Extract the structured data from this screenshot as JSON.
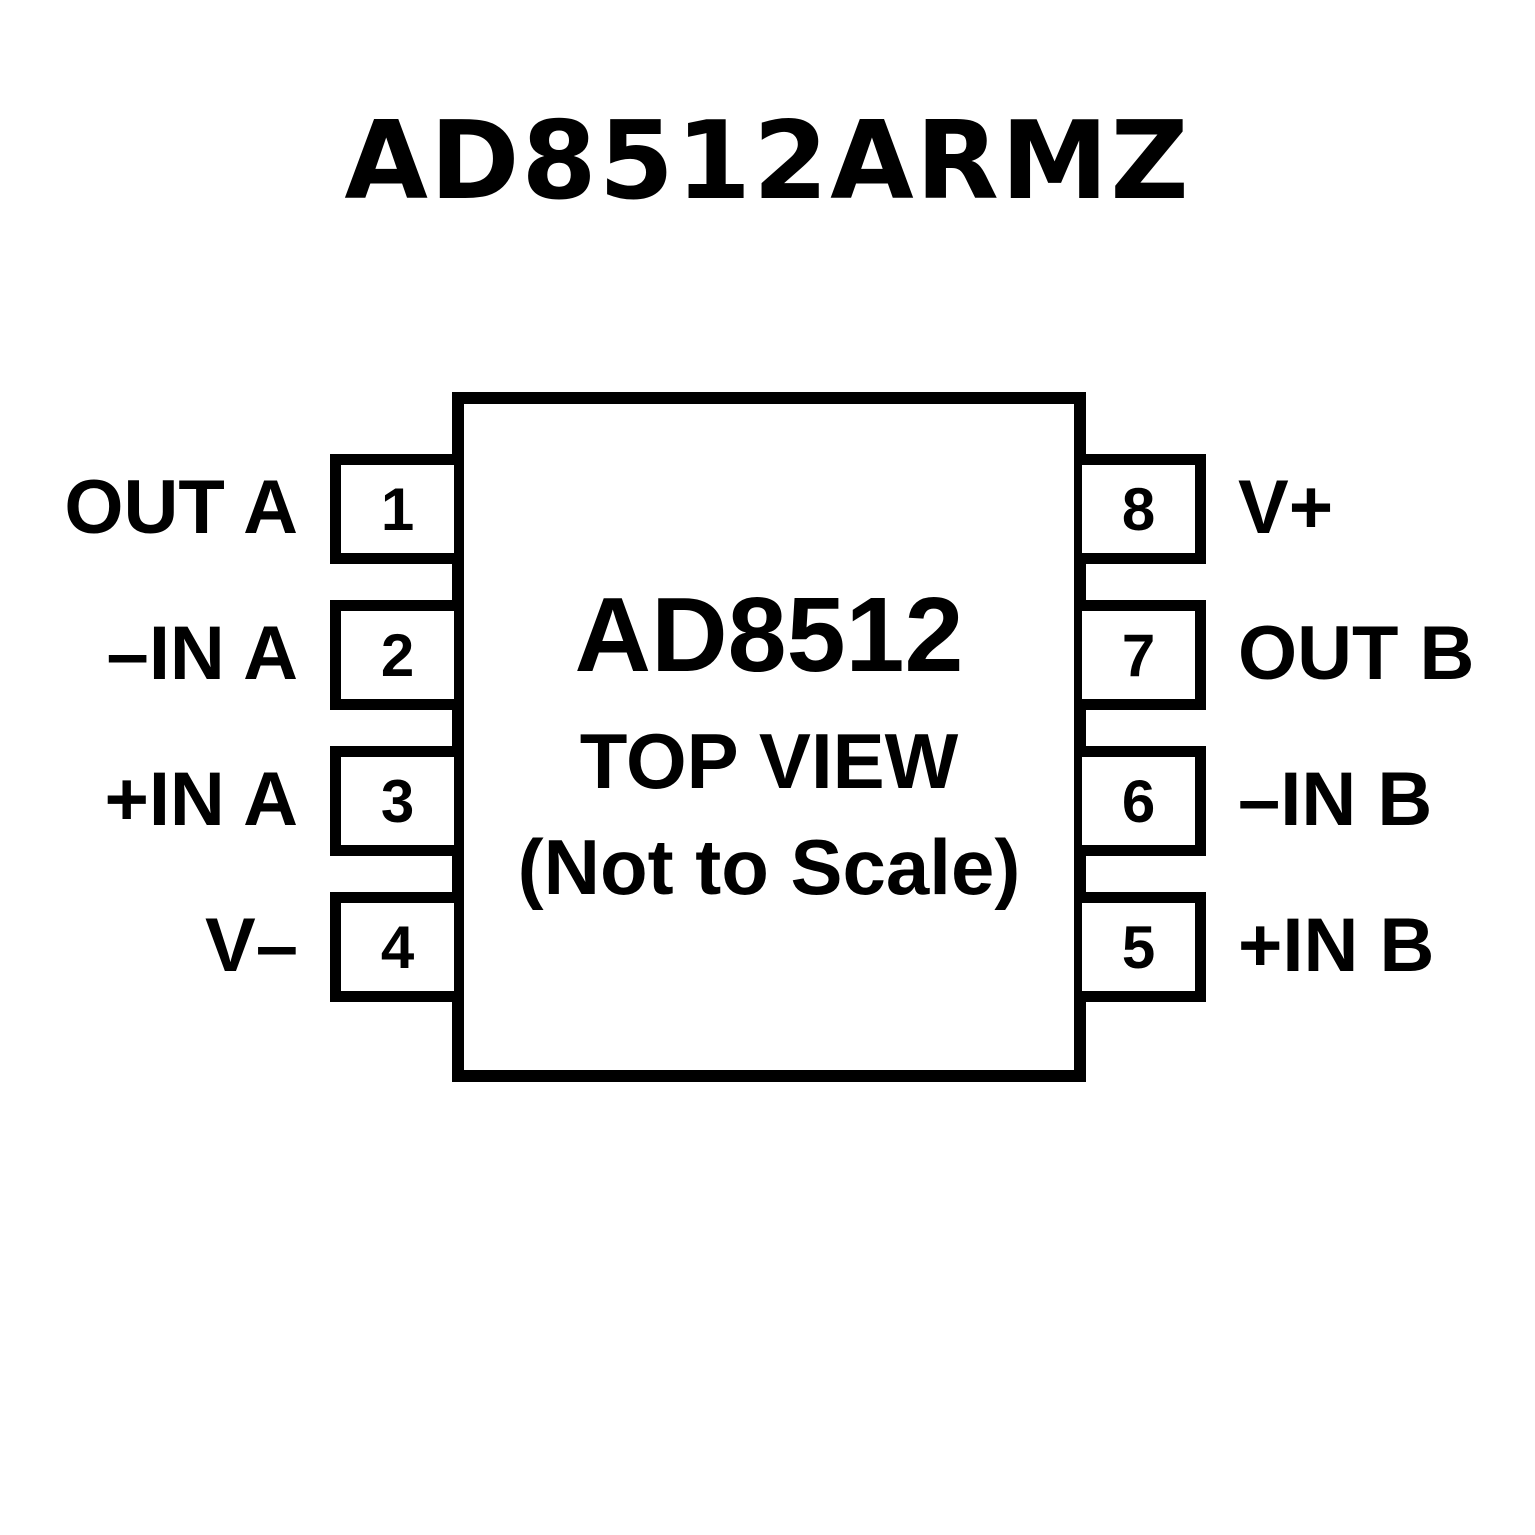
{
  "title": "AD8512ARMZ",
  "chip": {
    "part_number": "AD8512",
    "view_label": "TOP VIEW",
    "scale_note": "(Not to Scale)"
  },
  "pins": [
    {
      "number": "1",
      "name": "OUT A"
    },
    {
      "number": "2",
      "name": "–IN A"
    },
    {
      "number": "3",
      "name": "+IN A"
    },
    {
      "number": "4",
      "name": "V–"
    },
    {
      "number": "5",
      "name": "+IN B"
    },
    {
      "number": "6",
      "name": "–IN B"
    },
    {
      "number": "7",
      "name": "OUT B"
    },
    {
      "number": "8",
      "name": "V+"
    }
  ]
}
